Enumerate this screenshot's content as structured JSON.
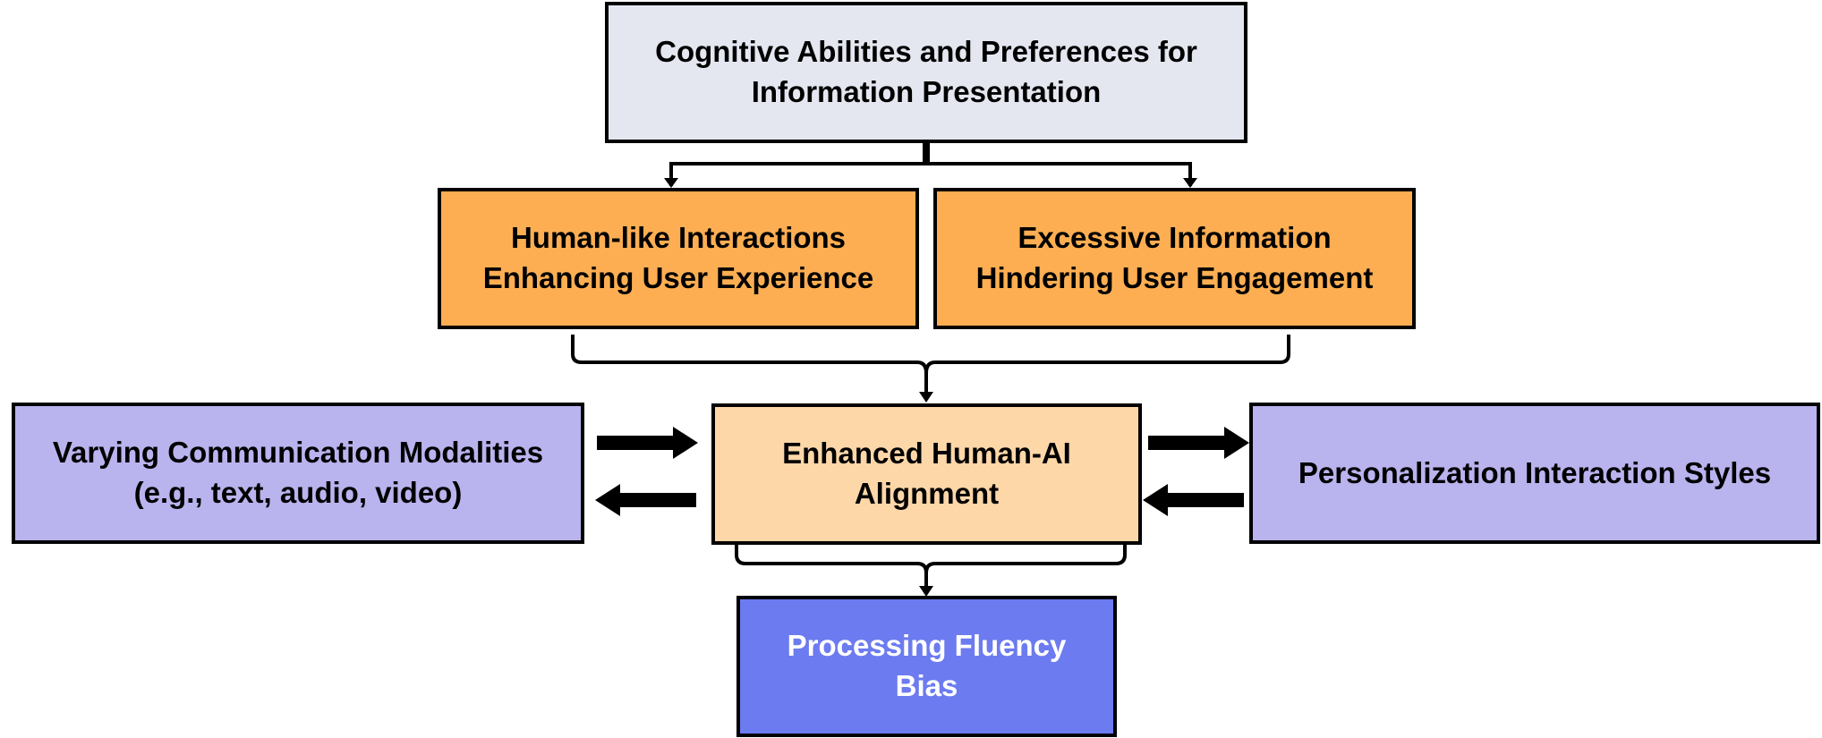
{
  "nodes": {
    "cognitive": {
      "label": "Cognitive Abilities and Preferences for\nInformation Presentation",
      "fill": "#e4e7f0"
    },
    "human_like": {
      "label": "Human-like Interactions\nEnhancing User Experience",
      "fill": "#fdae52"
    },
    "excessive": {
      "label": "Excessive Information\nHindering User Engagement",
      "fill": "#fdae52"
    },
    "modalities": {
      "label": "Varying Communication Modalities\n(e.g., text, audio, video)",
      "fill": "#b9b3ee"
    },
    "alignment": {
      "label": "Enhanced Human-AI\nAlignment",
      "fill": "#fed7a9"
    },
    "personalization": {
      "label": "Personalization Interaction Styles",
      "fill": "#b9b3ee"
    },
    "fluency": {
      "label": "Processing Fluency\nBias",
      "fill": "#6c7bf0",
      "text_color": "#ffffff"
    }
  }
}
